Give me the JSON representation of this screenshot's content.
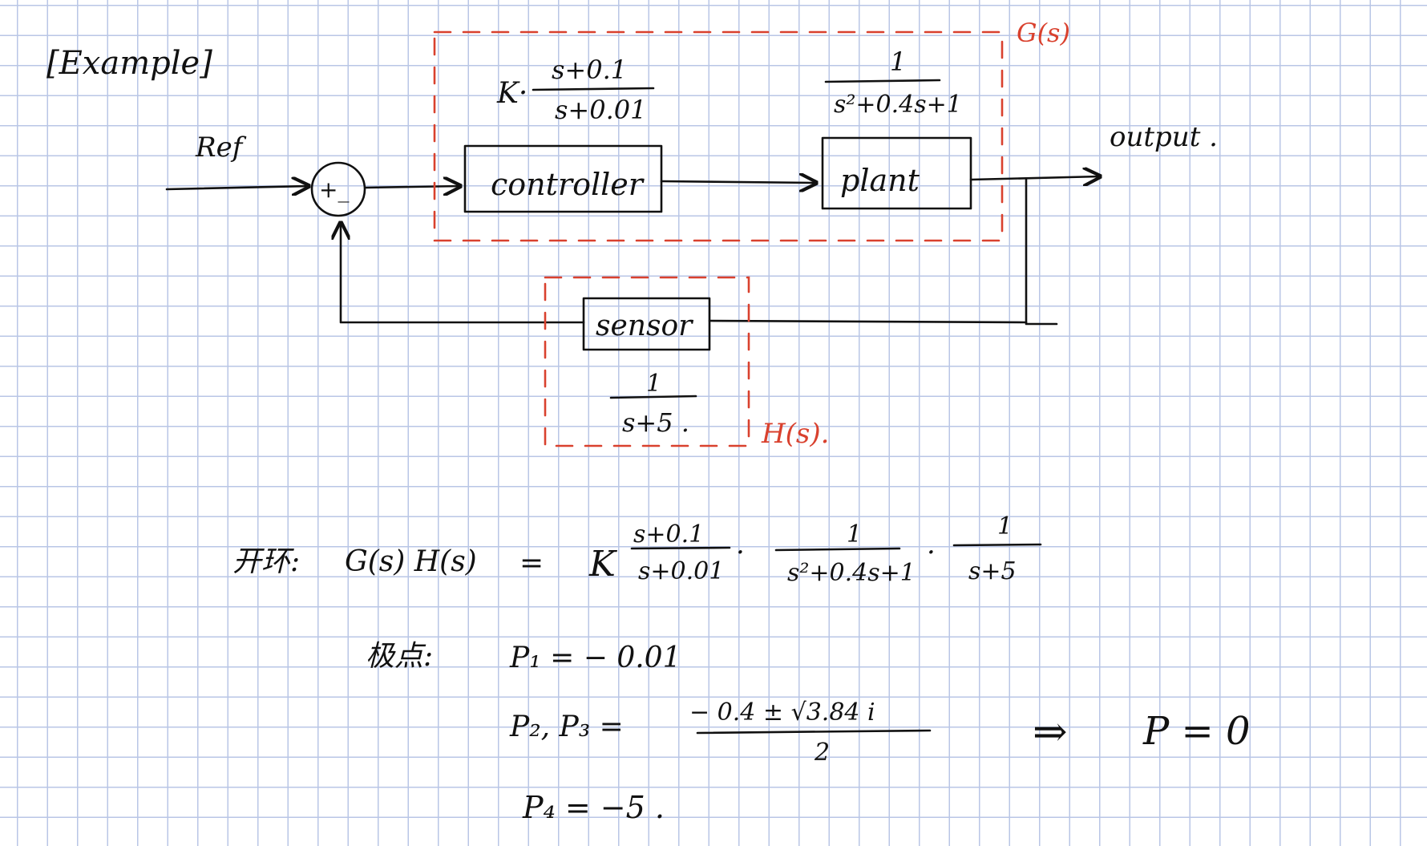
{
  "title": "[Example]",
  "diagram": {
    "ref_label": "Ref",
    "summing_junction": "+_",
    "controller": {
      "label": "controller",
      "tf_gain": "K·",
      "tf_num": "s+0.1",
      "tf_den": "s+0.01"
    },
    "plant": {
      "label": "plant",
      "tf_num": "1",
      "tf_den": "s²+0.4s+1"
    },
    "sensor": {
      "label": "sensor",
      "tf_num": "1",
      "tf_den": "s+5 ."
    },
    "output_label": "output .",
    "group_g_label": "G(s)",
    "group_h_label": "H(s)."
  },
  "equations": {
    "open_loop_label": "开环:",
    "lhs": "G(s) H(s)",
    "eq": "=",
    "gain": "K",
    "f1_num": "s+0.1",
    "f1_den": "s+0.01",
    "f2_num": "1",
    "f2_den": "s²+0.4s+1",
    "f3_num": "1",
    "f3_den": "s+5",
    "dot": "·",
    "poles_label": "极点:",
    "p1": "P₁ = − 0.01",
    "p23_lhs": "P₂, P₃ =",
    "p23_num": "− 0.4 ± √3.84 i",
    "p23_den": "2",
    "implies": "⇒",
    "p_result": "P = 0",
    "p4": "P₄ = −5 ."
  },
  "colors": {
    "ink": "#111111",
    "annotation": "#d9412e",
    "grid": "#b9c6e6"
  }
}
